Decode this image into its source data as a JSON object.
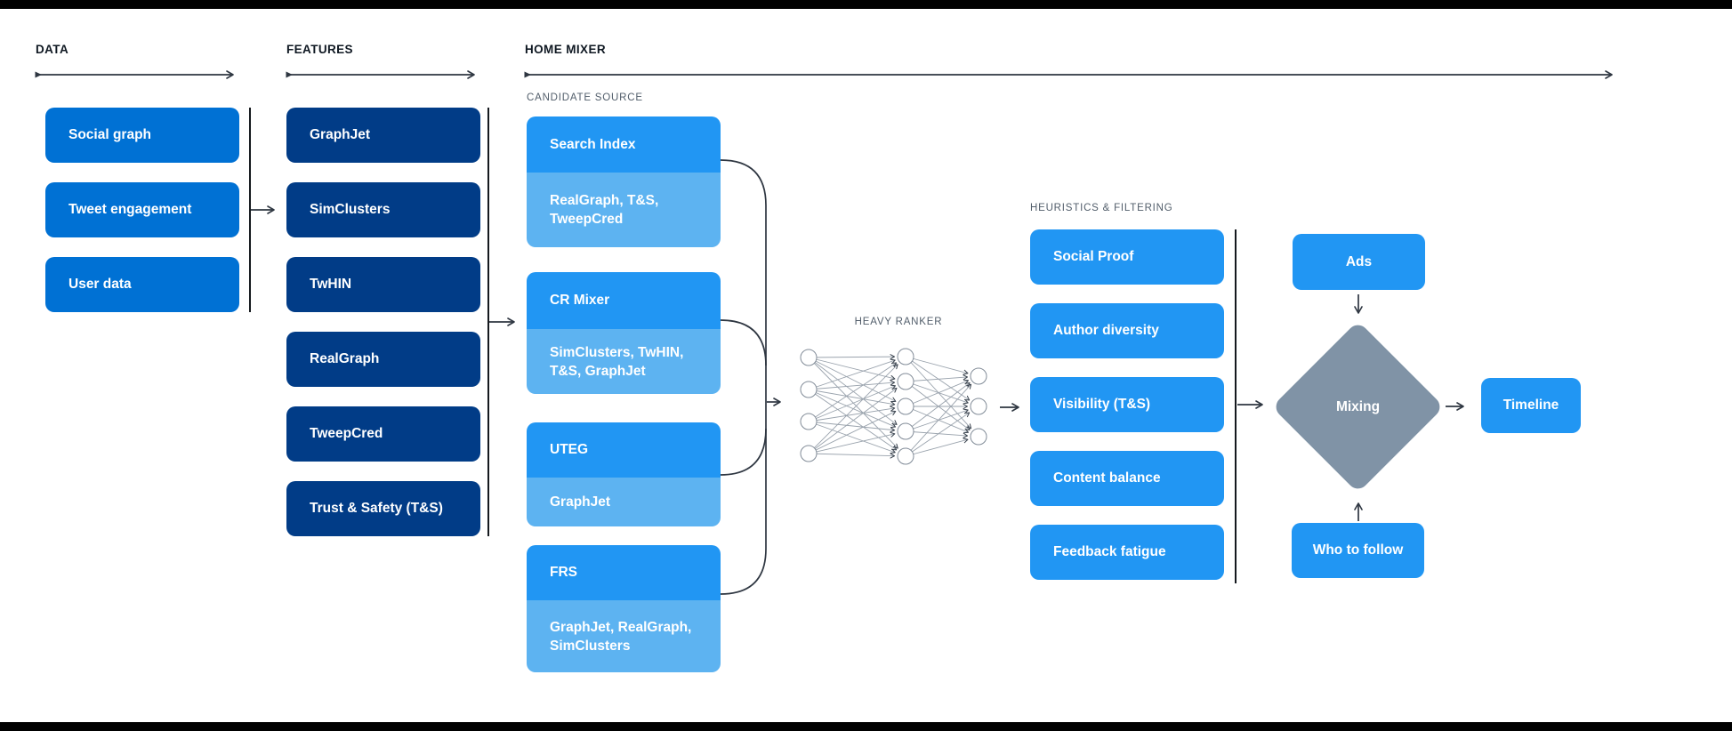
{
  "headers": {
    "data": "DATA",
    "features": "FEATURES",
    "home_mixer": "HOME MIXER"
  },
  "data_column": {
    "items": [
      "Social graph",
      "Tweet engagement",
      "User data"
    ]
  },
  "features_column": {
    "items": [
      "GraphJet",
      "SimClusters",
      "TwHIN",
      "RealGraph",
      "TweepCred",
      "Trust & Safety (T&S)"
    ]
  },
  "candidate_sources": {
    "label": "CANDIDATE SOURCE",
    "groups": [
      {
        "name": "Search Index",
        "uses": "RealGraph, T&S, TweepCred"
      },
      {
        "name": "CR Mixer",
        "uses": "SimClusters, TwHIN, T&S, GraphJet"
      },
      {
        "name": "UTEG",
        "uses": "GraphJet"
      },
      {
        "name": "FRS",
        "uses": "GraphJet, RealGraph, SimClusters"
      }
    ]
  },
  "heavy_ranker": {
    "label": "HEAVY RANKER"
  },
  "heuristics": {
    "label": "HEURISTICS & FILTERING",
    "items": [
      "Social Proof",
      "Author diversity",
      "Visibility (T&S)",
      "Content balance",
      "Feedback fatigue"
    ]
  },
  "mixing_stage": {
    "ads": "Ads",
    "mixing": "Mixing",
    "who_to_follow": "Who to follow",
    "timeline": "Timeline"
  },
  "palette": {
    "data_box_blue": "#0071D4",
    "feature_box_navy": "#013C87",
    "bright_blue": "#2196F3",
    "light_blue": "#5DB3F1",
    "diamond_gray": "#8093A6",
    "sublabel_gray": "#525E6B",
    "header_dark": "#0F1822",
    "wire_dark": "#2E3641"
  },
  "nn": {
    "x": [
      909,
      1018,
      1100
    ],
    "layers": [
      [
        402,
        438,
        474,
        510
      ],
      [
        401,
        429,
        457,
        485,
        513
      ],
      [
        423,
        457,
        491
      ]
    ],
    "r": 9
  }
}
